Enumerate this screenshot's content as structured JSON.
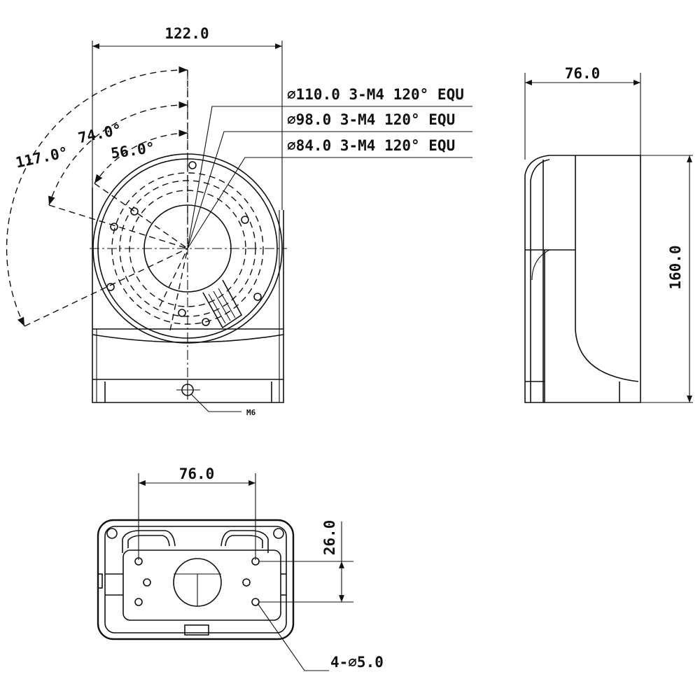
{
  "front_view": {
    "width_dim": "122.0",
    "angle_outer": "117.0°",
    "angle_middle": "74.0°",
    "angle_inner": "56.0°",
    "callout_1": "∅110.0  3-M4  120°  EQU",
    "callout_2": "∅98.0  3-M4  120°  EQU",
    "callout_3": "∅84.0  3-M4  120°  EQU",
    "thread_label": "M6"
  },
  "side_view": {
    "depth_dim": "76.0",
    "height_dim": "160.0"
  },
  "bottom_view": {
    "hole_spacing_dim": "76.0",
    "row_spacing_dim": "26.0",
    "hole_callout": "4-∅5.0"
  }
}
